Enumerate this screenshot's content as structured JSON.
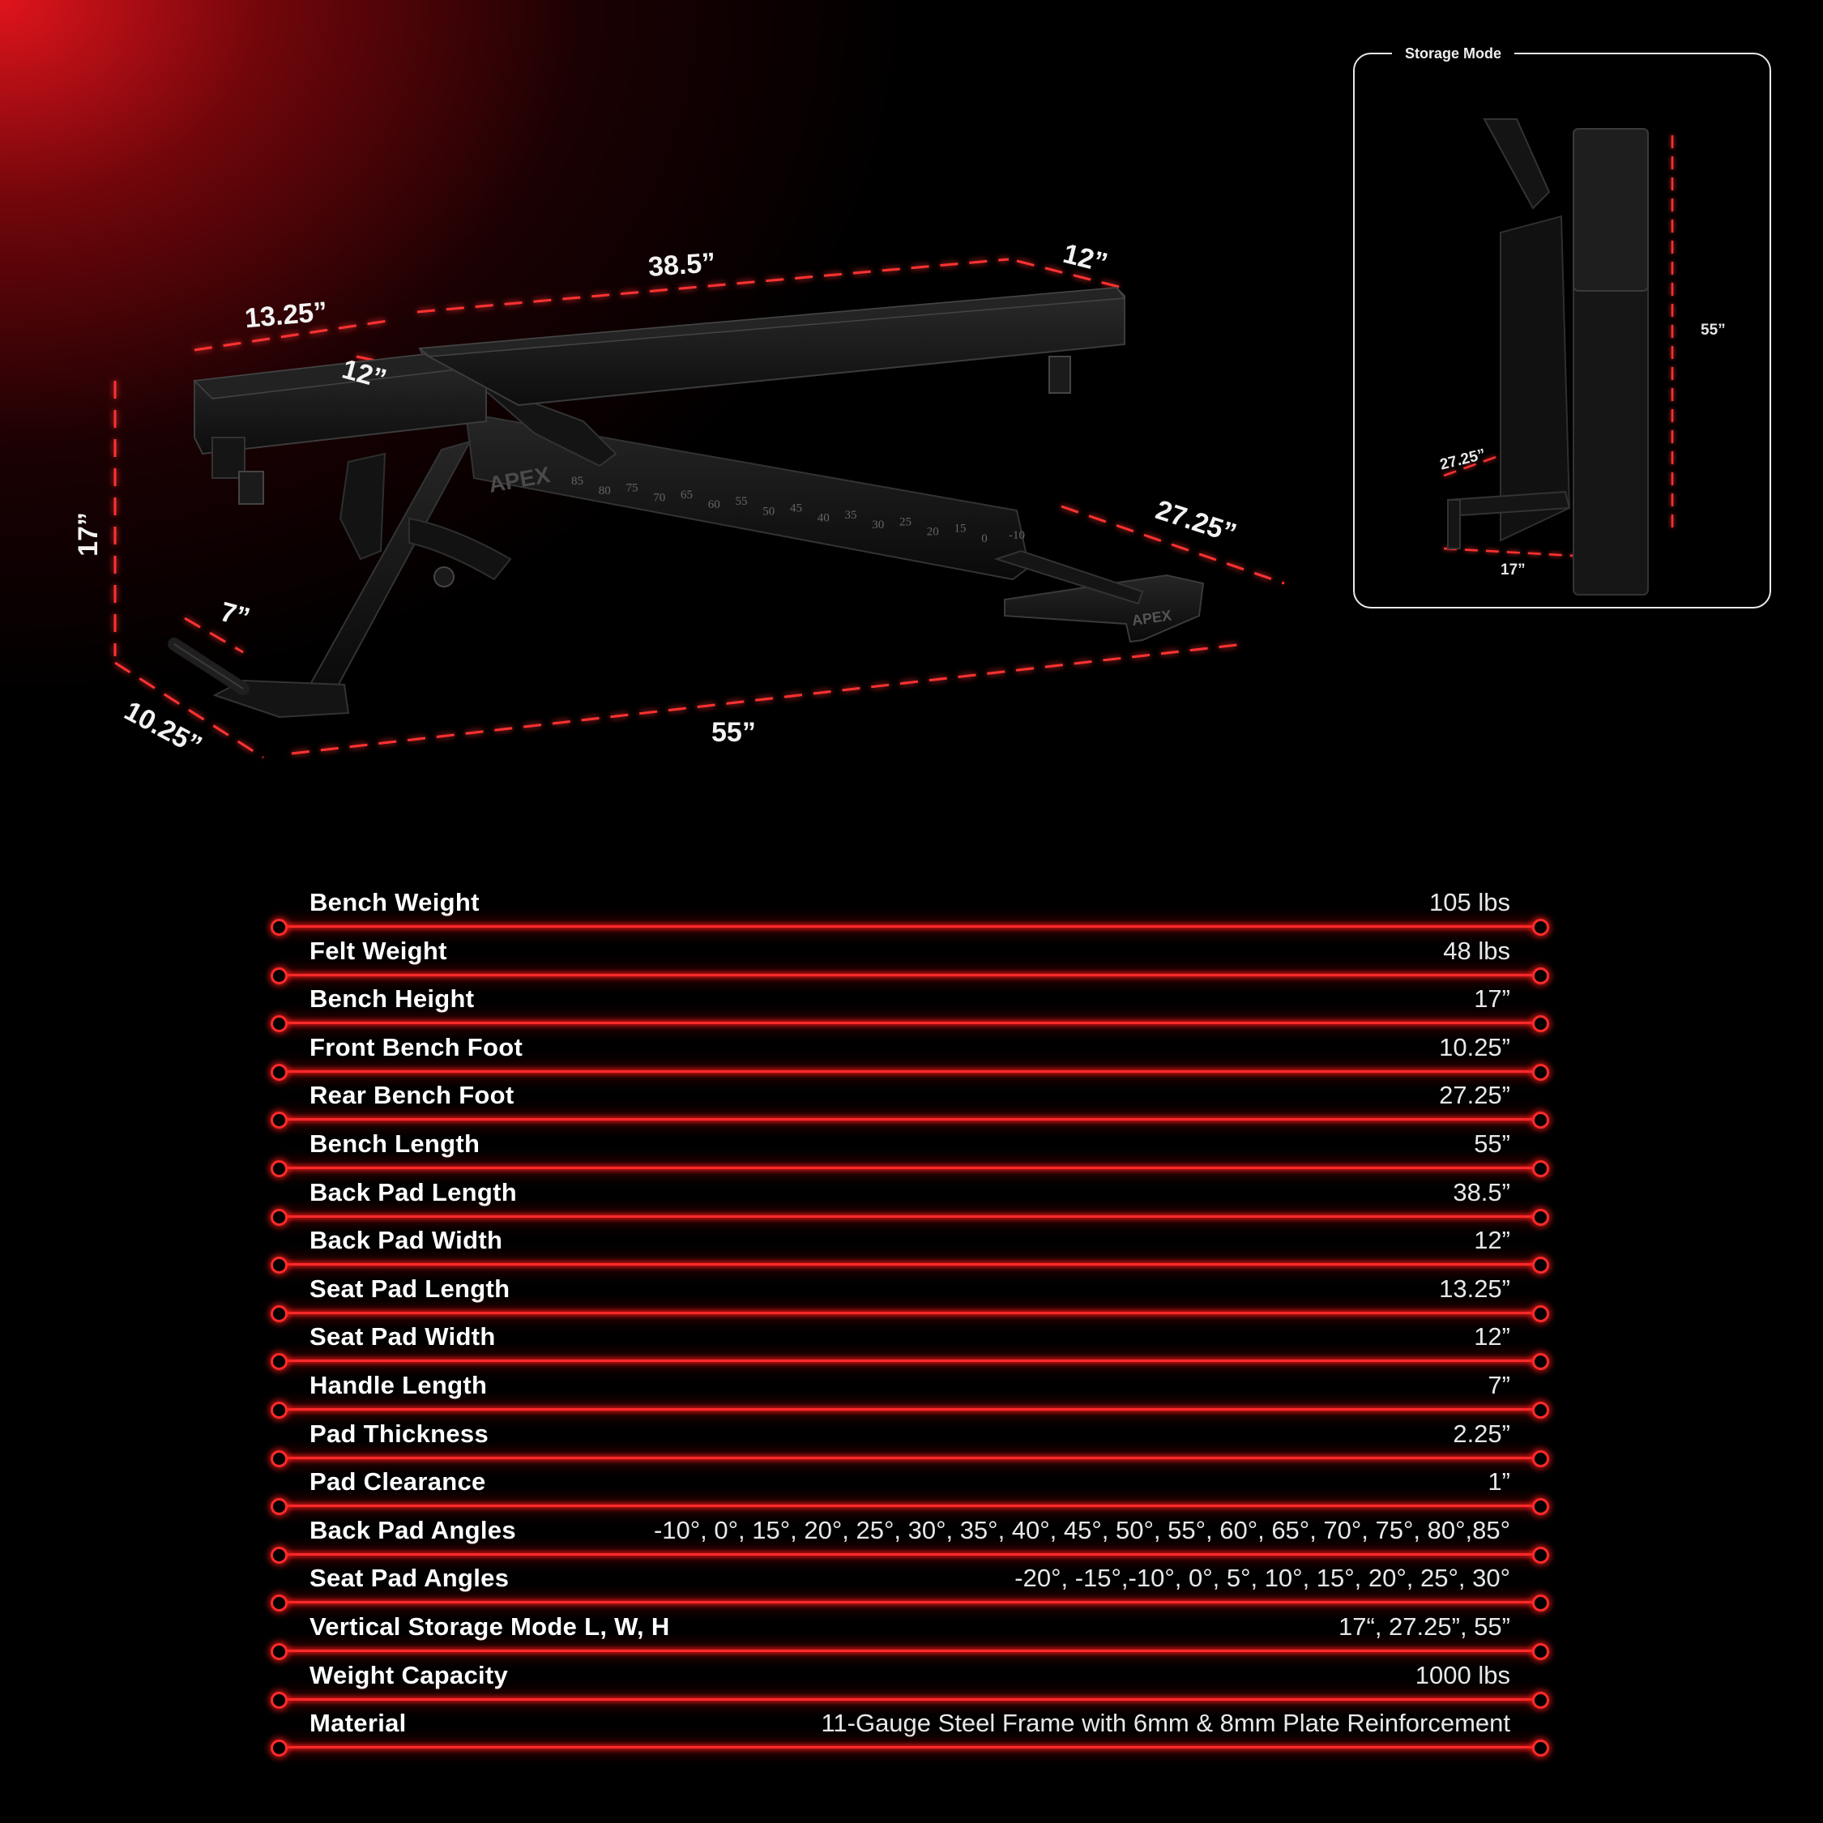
{
  "colors": {
    "accent": "#ff2a2a",
    "background": "#000000"
  },
  "bench_figure": {
    "brand": "APEX",
    "angle_scale": [
      "85",
      "80",
      "75",
      "70",
      "65",
      "60",
      "55",
      "50",
      "45",
      "40",
      "35",
      "30",
      "25",
      "20",
      "15",
      "0",
      "-10"
    ],
    "dimensions": {
      "back_pad_length": "38.5”",
      "back_pad_width": "12”",
      "seat_pad_length": "13.25”",
      "seat_pad_width": "12”",
      "height": "17”",
      "handle": "7”",
      "front_foot": "10.25”",
      "rear_foot": "27.25”",
      "length": "55”"
    }
  },
  "storage_mode": {
    "title": "Storage Mode",
    "height": "55”",
    "depth": "27.25”",
    "width": "17”"
  },
  "specs": [
    {
      "label": "Bench Weight",
      "value": "105 lbs"
    },
    {
      "label": "Felt Weight",
      "value": "48 lbs"
    },
    {
      "label": "Bench Height",
      "value": "17”"
    },
    {
      "label": "Front Bench Foot",
      "value": "10.25”"
    },
    {
      "label": "Rear Bench Foot",
      "value": "27.25”"
    },
    {
      "label": "Bench Length",
      "value": "55”"
    },
    {
      "label": "Back Pad Length",
      "value": "38.5”"
    },
    {
      "label": "Back Pad Width",
      "value": "12”"
    },
    {
      "label": "Seat Pad Length",
      "value": "13.25”"
    },
    {
      "label": "Seat Pad Width",
      "value": "12”"
    },
    {
      "label": "Handle Length",
      "value": "7”"
    },
    {
      "label": "Pad Thickness",
      "value": "2.25”"
    },
    {
      "label": "Pad Clearance",
      "value": "1”"
    },
    {
      "label": "Back Pad Angles",
      "value": "-10°, 0°, 15°, 20°, 25°, 30°, 35°, 40°, 45°, 50°, 55°, 60°, 65°, 70°, 75°, 80°,85°"
    },
    {
      "label": "Seat Pad Angles",
      "value": "-20°, -15°,-10°, 0°, 5°, 10°, 15°, 20°, 25°, 30°"
    },
    {
      "label": "Vertical Storage Mode L, W, H",
      "value": "17“, 27.25”, 55”"
    },
    {
      "label": "Weight Capacity",
      "value": "1000 lbs"
    },
    {
      "label": "Material",
      "value": "11-Gauge Steel Frame with 6mm & 8mm Plate Reinforcement"
    }
  ]
}
